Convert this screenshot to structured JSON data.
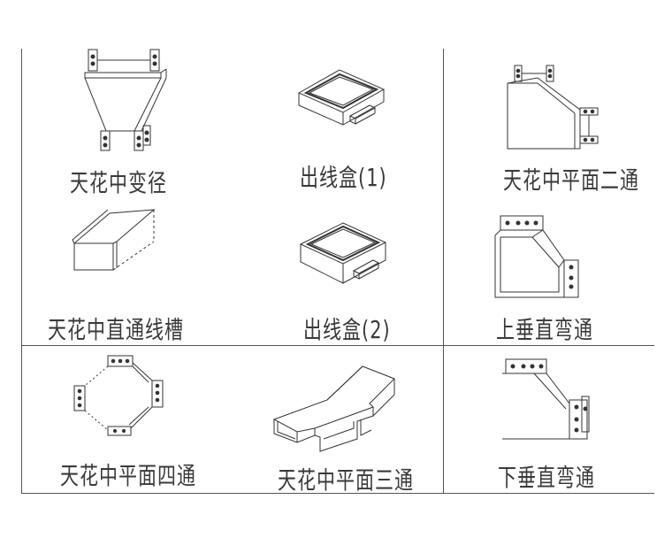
{
  "diagram": {
    "items": [
      {
        "id": "ceiling-reducer",
        "label": "天花中变径"
      },
      {
        "id": "outlet-box-1",
        "label": "出线盒(1)"
      },
      {
        "id": "ceiling-flat-2way",
        "label": "天花中平面二通"
      },
      {
        "id": "ceiling-straight-trunking",
        "label": "天花中直通线槽"
      },
      {
        "id": "outlet-box-2",
        "label": "出线盒(2)"
      },
      {
        "id": "upper-vertical-bend",
        "label": "上垂直弯通"
      },
      {
        "id": "ceiling-flat-4way",
        "label": "天花中平面四通"
      },
      {
        "id": "ceiling-flat-3way",
        "label": "天花中平面三通"
      },
      {
        "id": "lower-vertical-bend",
        "label": "下垂直弯通"
      }
    ]
  },
  "colors": {
    "stroke": "#333333",
    "grid_line": "#555555",
    "text": "#3a3a3a"
  }
}
